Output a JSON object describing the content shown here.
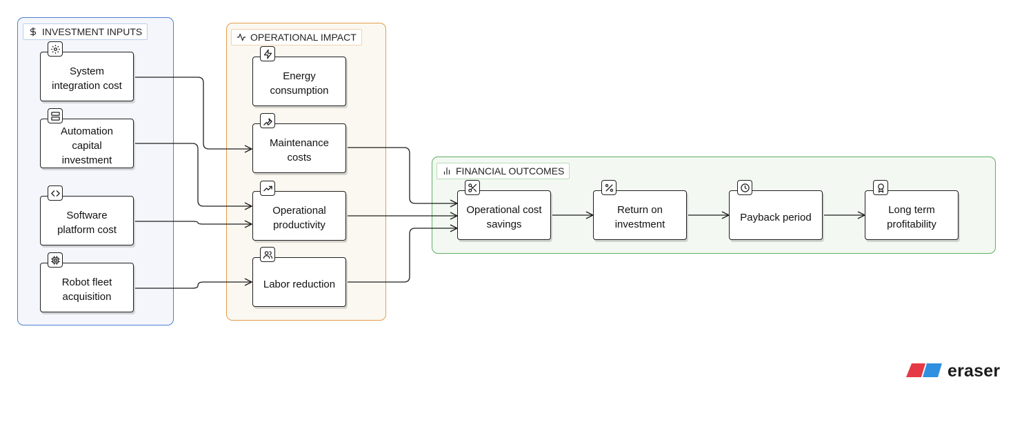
{
  "groups": {
    "investment": {
      "label": "INVESTMENT INPUTS",
      "icon": "dollar-icon",
      "color": "#4a7fd0"
    },
    "operational": {
      "label": "OPERATIONAL IMPACT",
      "icon": "activity-icon",
      "color": "#e39b4a"
    },
    "financial": {
      "label": "FINANCIAL OUTCOMES",
      "icon": "bar-chart-icon",
      "color": "#5dae62"
    }
  },
  "nodes": {
    "system_integration": {
      "label": "System integration cost",
      "icon": "gear-icon"
    },
    "automation_capital": {
      "label": "Automation capital investment",
      "icon": "server-icon"
    },
    "software_platform": {
      "label": "Software platform cost",
      "icon": "code-icon"
    },
    "robot_fleet": {
      "label": "Robot fleet acquisition",
      "icon": "cpu-icon"
    },
    "energy": {
      "label": "Energy consumption",
      "icon": "lightning-icon"
    },
    "maintenance": {
      "label": "Maintenance costs",
      "icon": "wrench-icon"
    },
    "productivity": {
      "label": "Operational productivity",
      "icon": "trending-up-icon"
    },
    "labor": {
      "label": "Labor reduction",
      "icon": "users-icon"
    },
    "cost_savings": {
      "label": "Operational cost savings",
      "icon": "scissors-icon"
    },
    "roi": {
      "label": "Return on investment",
      "icon": "percent-icon"
    },
    "payback": {
      "label": "Payback period",
      "icon": "clock-icon"
    },
    "profitability": {
      "label": "Long term profitability",
      "icon": "award-icon"
    }
  },
  "edges": [
    {
      "from": "System integration cost",
      "to": "Maintenance costs"
    },
    {
      "from": "Automation capital investment",
      "to": "Operational productivity"
    },
    {
      "from": "Software platform cost",
      "to": "Operational productivity"
    },
    {
      "from": "Robot fleet acquisition",
      "to": "Labor reduction"
    },
    {
      "from": "Maintenance costs",
      "to": "Operational cost savings"
    },
    {
      "from": "Operational productivity",
      "to": "Operational cost savings"
    },
    {
      "from": "Labor reduction",
      "to": "Operational cost savings"
    },
    {
      "from": "Operational cost savings",
      "to": "Return on investment"
    },
    {
      "from": "Return on investment",
      "to": "Payback period"
    },
    {
      "from": "Payback period",
      "to": "Long term profitability"
    }
  ],
  "brand": {
    "name": "eraser",
    "colors": [
      "#e63946",
      "#2f8fe0"
    ]
  }
}
